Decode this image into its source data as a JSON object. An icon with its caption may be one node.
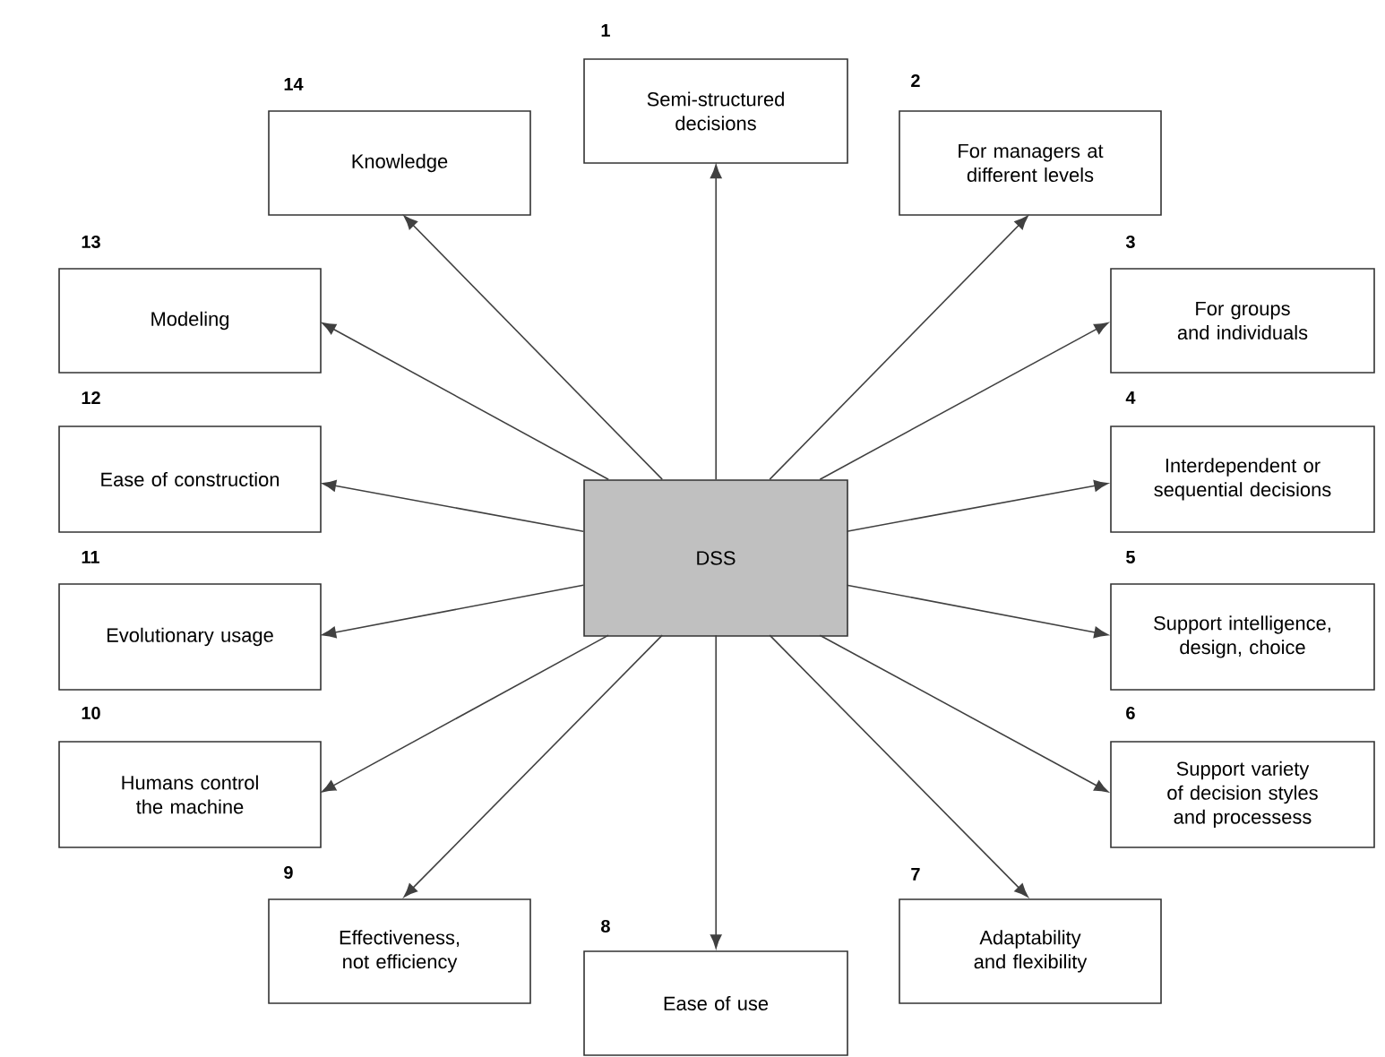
{
  "diagram": {
    "nodes": [
      {
        "text": [
          "DSS"
        ]
      },
      {
        "text": [
          "Semi-structured decisions"
        ],
        "beside": [
          "1"
        ]
      },
      {
        "text": [
          "For managers at different levels"
        ],
        "beside": [
          "2"
        ]
      },
      {
        "text": [
          "For groups and individuals"
        ],
        "beside": [
          "3"
        ]
      },
      {
        "text": [
          "Interdependent or sequential decisions"
        ],
        "beside": [
          "4"
        ]
      },
      {
        "text": [
          "Support intelligence, design, choice"
        ],
        "beside": [
          "5"
        ]
      },
      {
        "text": [
          "Support variety of decision styles and processess"
        ],
        "beside": [
          "6"
        ]
      },
      {
        "text": [
          "Adaptability and flexibility"
        ],
        "beside": [
          "7"
        ]
      },
      {
        "text": [
          "Ease of use"
        ],
        "beside": [
          "8"
        ]
      },
      {
        "text": [
          "Effectiveness, not efficiency"
        ],
        "beside": [
          "9"
        ]
      },
      {
        "text": [
          "Humans control the machine"
        ],
        "beside": [
          "10"
        ]
      },
      {
        "text": [
          "Evolutionary usage"
        ],
        "beside": [
          "11"
        ]
      },
      {
        "text": [
          "Ease of construction"
        ],
        "beside": [
          "12"
        ]
      },
      {
        "text": [
          "Modeling"
        ],
        "beside": [
          "13"
        ]
      },
      {
        "text": [
          "Knowledge"
        ],
        "beside": [
          "14"
        ]
      }
    ],
    "edges": [
      {
        "from": 0,
        "to": 1,
        "arrow": "to"
      },
      {
        "from": 0,
        "to": 2,
        "arrow": "to"
      },
      {
        "from": 0,
        "to": 3,
        "arrow": "to"
      },
      {
        "from": 0,
        "to": 4,
        "arrow": "to"
      },
      {
        "from": 0,
        "to": 5,
        "arrow": "to"
      },
      {
        "from": 0,
        "to": 6,
        "arrow": "to"
      },
      {
        "from": 0,
        "to": 7,
        "arrow": "to"
      },
      {
        "from": 0,
        "to": 8,
        "arrow": "to"
      },
      {
        "from": 0,
        "to": 9,
        "arrow": "to"
      },
      {
        "from": 0,
        "to": 10,
        "arrow": "to"
      },
      {
        "from": 0,
        "to": 11,
        "arrow": "to"
      },
      {
        "from": 0,
        "to": 12,
        "arrow": "to"
      },
      {
        "from": 0,
        "to": 13,
        "arrow": "to"
      },
      {
        "from": 0,
        "to": 14,
        "arrow": "to"
      }
    ]
  }
}
